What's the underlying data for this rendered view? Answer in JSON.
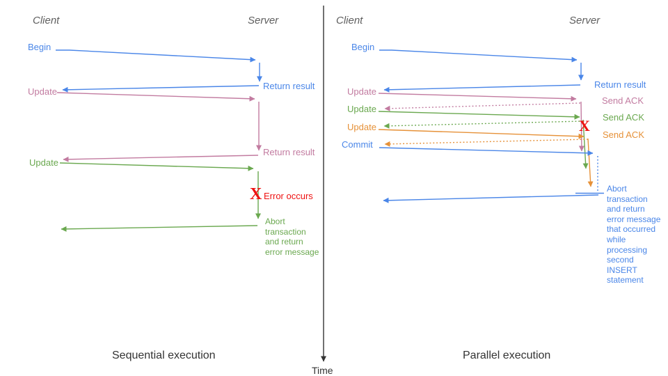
{
  "colors": {
    "blue": "#4a86e8",
    "pink": "#c27ba0",
    "green": "#6aa84f",
    "orange": "#e69138",
    "red": "#ee1111",
    "gray": "#5f5f5f",
    "dark": "#333333"
  },
  "sequential": {
    "title": "Sequential execution",
    "client_label": "Client",
    "server_label": "Server",
    "begin_label": "Begin",
    "return_result_1": "Return result",
    "update_1": "Update",
    "return_result_2": "Return result",
    "update_2": "Update",
    "error_mark": "X",
    "error_label": "Error occurs",
    "abort_note": "Abort\ntransaction\nand return\nerror message"
  },
  "parallel": {
    "title": "Parallel execution",
    "client_label": "Client",
    "server_label": "Server",
    "begin_label": "Begin",
    "return_result": "Return result",
    "update_1": "Update",
    "send_ack_1": "Send ACK",
    "update_2": "Update",
    "send_ack_2": "Send ACK",
    "update_3": "Update",
    "send_ack_3": "Send ACK",
    "commit_label": "Commit",
    "error_mark": "X",
    "abort_note": "Abort\ntransaction\nand return\nerror message\nthat occurred\nwhile\nprocessing\nsecond\nINSERT\nstatement"
  },
  "time_axis": {
    "label": "Time"
  }
}
